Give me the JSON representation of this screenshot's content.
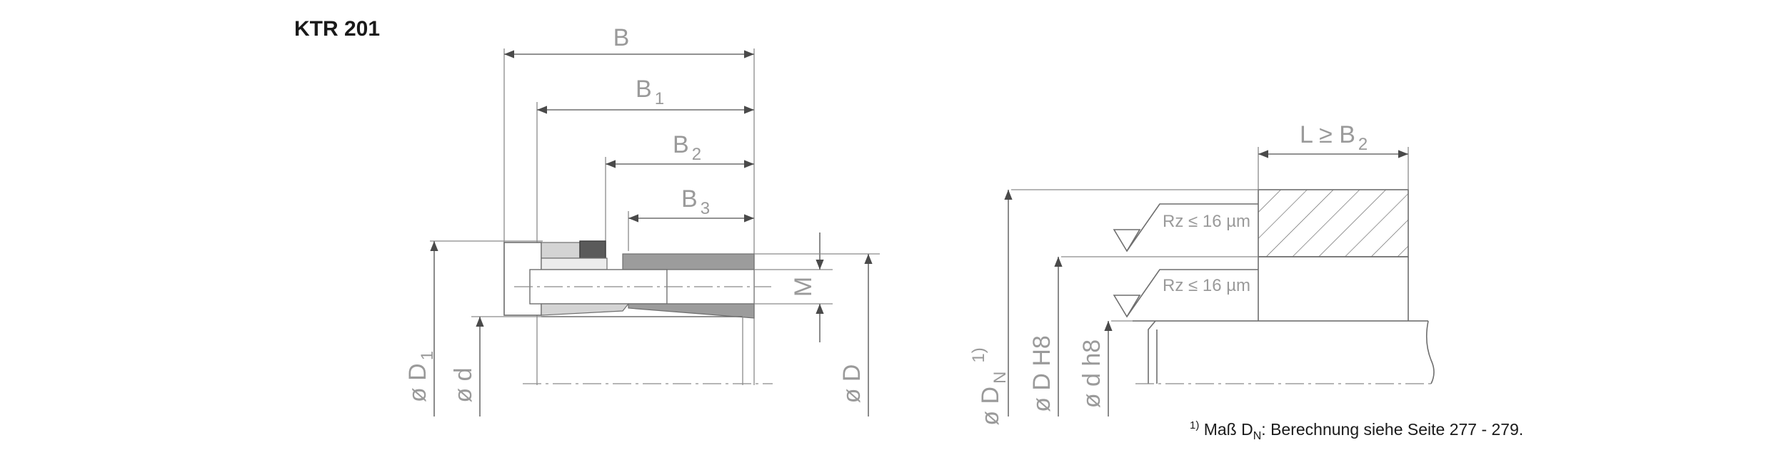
{
  "title": "KTR 201",
  "left_view": {
    "dims": {
      "B": "B",
      "B1_main": "B",
      "B1_sub": "1",
      "B2_main": "B",
      "B2_sub": "2",
      "B3_main": "B",
      "B3_sub": "3",
      "M": "M",
      "D1_main": "ø D",
      "D1_sub": "1",
      "d": "ø d",
      "D": "ø D"
    }
  },
  "right_view": {
    "L_main": "L ≥ B",
    "L_sub": "2",
    "rz_top": "Rz ≤ 16 µm",
    "rz_bottom": "Rz ≤ 16 µm",
    "DN_main": "ø D",
    "DN_sub": "N",
    "DN_sup": "1)",
    "DH8": "ø D H8",
    "dh8": "ø d h8"
  },
  "footnote": {
    "sup": "1)",
    "text_a": " Maß D",
    "text_sub": "N",
    "text_b": ": Berechnung siehe Seite 277 - 279."
  }
}
